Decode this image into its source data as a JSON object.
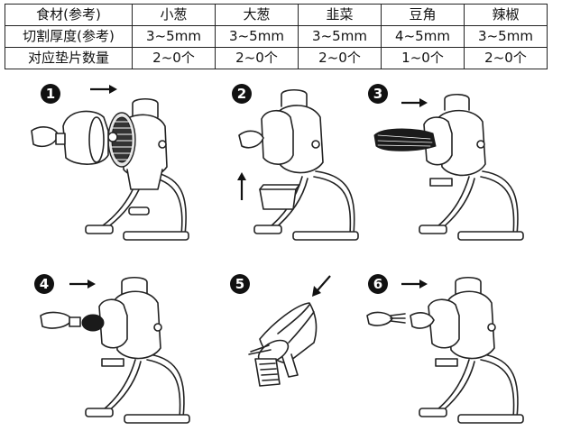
{
  "table": {
    "headers": [
      "食材(参考)",
      "小葱",
      "大葱",
      "韭菜",
      "豆角",
      "辣椒"
    ],
    "rows": [
      [
        "切割厚度(参考)",
        "3~5mm",
        "3~5mm",
        "3~5mm",
        "4~5mm",
        "3~5mm"
      ],
      [
        "对应垫片数量",
        "2~0个",
        "2~0个",
        "2~0个",
        "1~0个",
        "2~0个"
      ]
    ]
  },
  "steps": [
    {
      "number": "1"
    },
    {
      "number": "2"
    },
    {
      "number": "3"
    },
    {
      "number": "4"
    },
    {
      "number": "5"
    },
    {
      "number": "6"
    }
  ]
}
